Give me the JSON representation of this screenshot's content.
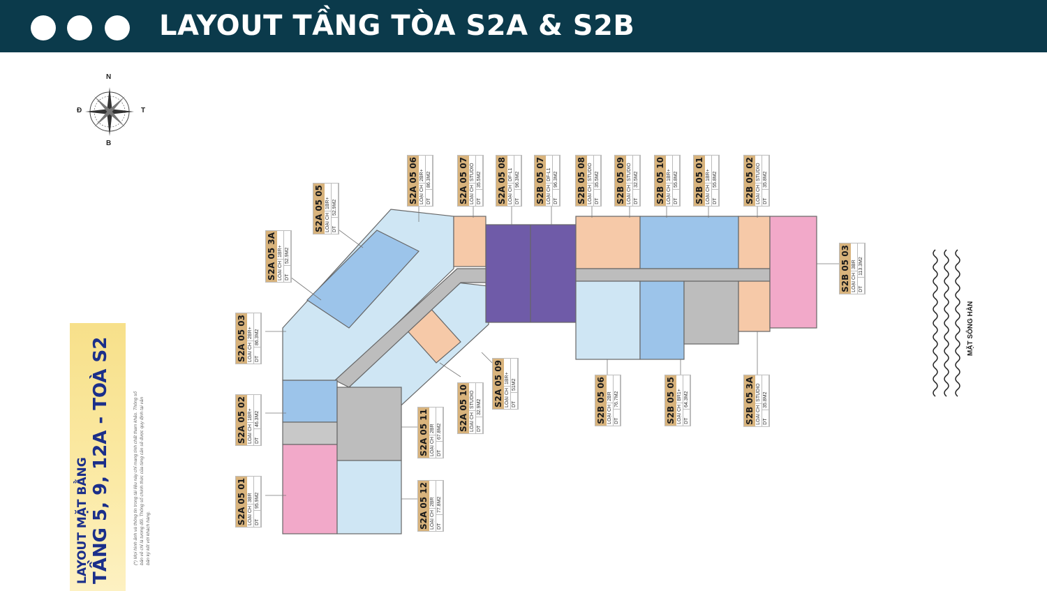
{
  "header": {
    "title": "LAYOUT TẦNG TÒA S2A & S2B"
  },
  "banner": {
    "line1": "LAYOUT MẶT BẰNG",
    "line2": "TẦNG 5, 9, 12A - TOÀ S2"
  },
  "disclaimer": "(*) Mọi hình ảnh và thông tin trong tài liệu này chỉ mang tính chất tham khảo. Thông số bản vẽ chỉ là tương đối. Thông số chính thức của từng căn sẽ được quy định tại văn bản ký kết với khách hàng.",
  "compass": {
    "n": "N",
    "s": "B",
    "e": "T",
    "w": "Đ"
  },
  "river_label": "MẶT SÔNG HÀN",
  "field_labels": {
    "type": "LOẠI CH",
    "area": "DT"
  },
  "units": [
    {
      "code": "S2A 05 06",
      "type": "2BR+",
      "area": "86.3M2"
    },
    {
      "code": "S2A 05 07",
      "type": "STUDIO",
      "area": "35.5M2"
    },
    {
      "code": "S2A 05 08",
      "type": "DF-L1",
      "area": "96.3M2"
    },
    {
      "code": "S2B 05 07",
      "type": "DF-L1",
      "area": "96.3M2"
    },
    {
      "code": "S2B 05 08",
      "type": "STUDIO",
      "area": "35.5M2"
    },
    {
      "code": "S2B 05 09",
      "type": "STUDIO",
      "area": "32.5M2"
    },
    {
      "code": "S2B 05 10",
      "type": "1BR+",
      "area": "55.8M2"
    },
    {
      "code": "S2B 05 01",
      "type": "1BR+",
      "area": "55.8M2"
    },
    {
      "code": "S2B 05 02",
      "type": "STUDIO",
      "area": "35.8M2"
    },
    {
      "code": "S2A 05 05",
      "type": "1BR+",
      "area": "52.9M2"
    },
    {
      "code": "S2A 05 3A",
      "type": "1BR+",
      "area": "52.9M2"
    },
    {
      "code": "S2A 05 03",
      "type": "2BR+",
      "area": "86.3M2"
    },
    {
      "code": "S2A 05 02",
      "type": "1BR+",
      "area": "46.3M2"
    },
    {
      "code": "S2A 05 01",
      "type": "3BR",
      "area": "95.9M2"
    },
    {
      "code": "S2A 05 12",
      "type": "2BR",
      "area": "77.8M2"
    },
    {
      "code": "S2A 05 11",
      "type": "2BR",
      "area": "67.8M2"
    },
    {
      "code": "S2A 05 10",
      "type": "STUDIO",
      "area": "32.9M2"
    },
    {
      "code": "S2A 05 09",
      "type": "1BR+",
      "area": "51M2"
    },
    {
      "code": "S2B 05 06",
      "type": "2BR",
      "area": "76.7M2"
    },
    {
      "code": "S2B 05 05",
      "type": "BR1+",
      "area": "64.3M2"
    },
    {
      "code": "S2B 05 3A",
      "type": "STUDIO",
      "area": "35.8M2"
    },
    {
      "code": "S2B 05 03",
      "type": "3BR",
      "area": "113.3M2"
    }
  ],
  "colors": {
    "header": "#0b3a4b",
    "tag": "#d8b37c",
    "light_blue": "#cfe6f4",
    "blue": "#9cc4ea",
    "peach": "#f6c9a8",
    "pink": "#f2a9c9",
    "purple": "#6f5ba8",
    "grey": "#bdbdbd"
  }
}
